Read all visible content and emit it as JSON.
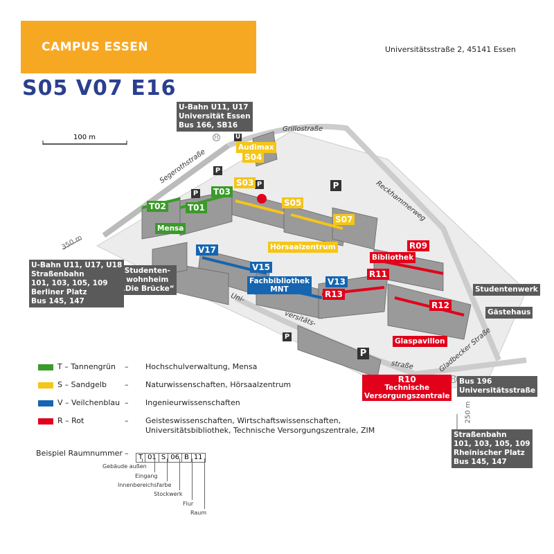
{
  "header": {
    "banner": "CAMPUS ESSEN",
    "address": "Universitätsstraße 2, 45141 Essen",
    "room_code": "S05 V07 E16"
  },
  "scale": {
    "label": "100 m"
  },
  "streets": {
    "grillo": "Grillostraße",
    "segeroth": "Segerothstraße",
    "reckhammer": "Reckhammerweg",
    "gladbecker": "Gladbecker Straße",
    "uni1": "Uni-",
    "uni2": "versitäts-",
    "uni3": "straße",
    "dist350": "350 m",
    "dist250": "250 m"
  },
  "buildings": {
    "T01": "T01",
    "T02": "T02",
    "T03": "T03",
    "mensa": "Mensa",
    "S03": "S03",
    "audimax": "Audimax",
    "S04": "S04",
    "S05": "S05",
    "S07": "S07",
    "hoersaal": "Hörsaalzentrum",
    "V17": "V17",
    "V15": "V15",
    "V13": "V13",
    "fach1": "Fachbibliothek",
    "fach2": "MNT",
    "R13": "R13",
    "R11": "R11",
    "bibliothek": "Bibliothek",
    "R09": "R09",
    "R12": "R12",
    "glaspavillon": "Glaspavillon",
    "R10": "R10",
    "r10a": "Technische",
    "r10b": "Versorgungszentrale",
    "studentenwerk": "Studentenwerk",
    "gaestehaus": "Gästehaus",
    "wohnheim1": "Studenten-",
    "wohnheim2": "wohnheim",
    "wohnheim3": "„Die Brücke“"
  },
  "transit": {
    "north": [
      "U-Bahn U11, U17",
      "Universität Essen",
      "Bus 166, SB16"
    ],
    "west": [
      "U-Bahn U11, U17, U18",
      "Straßenbahn",
      "101, 103, 105, 109",
      "Berliner Platz",
      "Bus 145, 147"
    ],
    "east": [
      "Bus 196",
      "Universitätsstraße"
    ],
    "south": [
      "Straßenbahn",
      "101, 103, 105, 109",
      "Rheinischer Platz",
      "Bus 145, 147"
    ],
    "u": "U",
    "h": "H",
    "p": "P"
  },
  "legend": [
    {
      "letter": "T",
      "name": "Tannengrün",
      "desc": "Hochschulverwaltung, Mensa",
      "color": "#3a9a2a"
    },
    {
      "letter": "S",
      "name": "Sandgelb",
      "desc": "Naturwissenschaften, Hörsaalzentrum",
      "color": "#f5c518"
    },
    {
      "letter": "V",
      "name": "Veilchenblau",
      "desc": "Ingenieurwissenschaften",
      "color": "#1565b0"
    },
    {
      "letter": "R",
      "name": "Rot",
      "desc": "Geisteswissenschaften, Wirtschaftswissenschaften,",
      "desc2": "Universitätsbibliothek, Technische Versorgungszentrale, ZIM",
      "color": "#e2001a"
    }
  ],
  "dash": "–",
  "example": {
    "label": "Beispiel Raumnummer",
    "parts": [
      "T",
      "01",
      "S",
      "06",
      "B",
      "11"
    ],
    "annotations": [
      "Gebäude außen",
      "Eingang",
      "Innenbereichsfarbe",
      "Stockwerk",
      "Flur",
      "Raum"
    ]
  }
}
